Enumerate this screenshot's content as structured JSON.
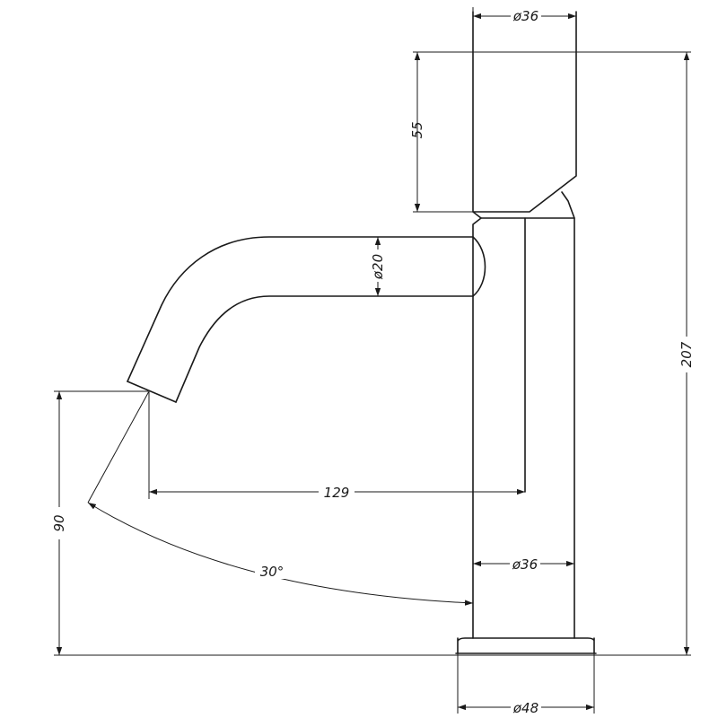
{
  "colors": {
    "ink": "#1a1a1a",
    "background": "#ffffff"
  },
  "dimensions": {
    "handle_diameter": "ø36",
    "handle_height": "55",
    "spout_diameter": "ø20",
    "overall_height": "207",
    "spout_reach": "129",
    "spout_height": "90",
    "spout_angle": "30°",
    "body_diameter": "ø36",
    "base_diameter": "ø48"
  }
}
